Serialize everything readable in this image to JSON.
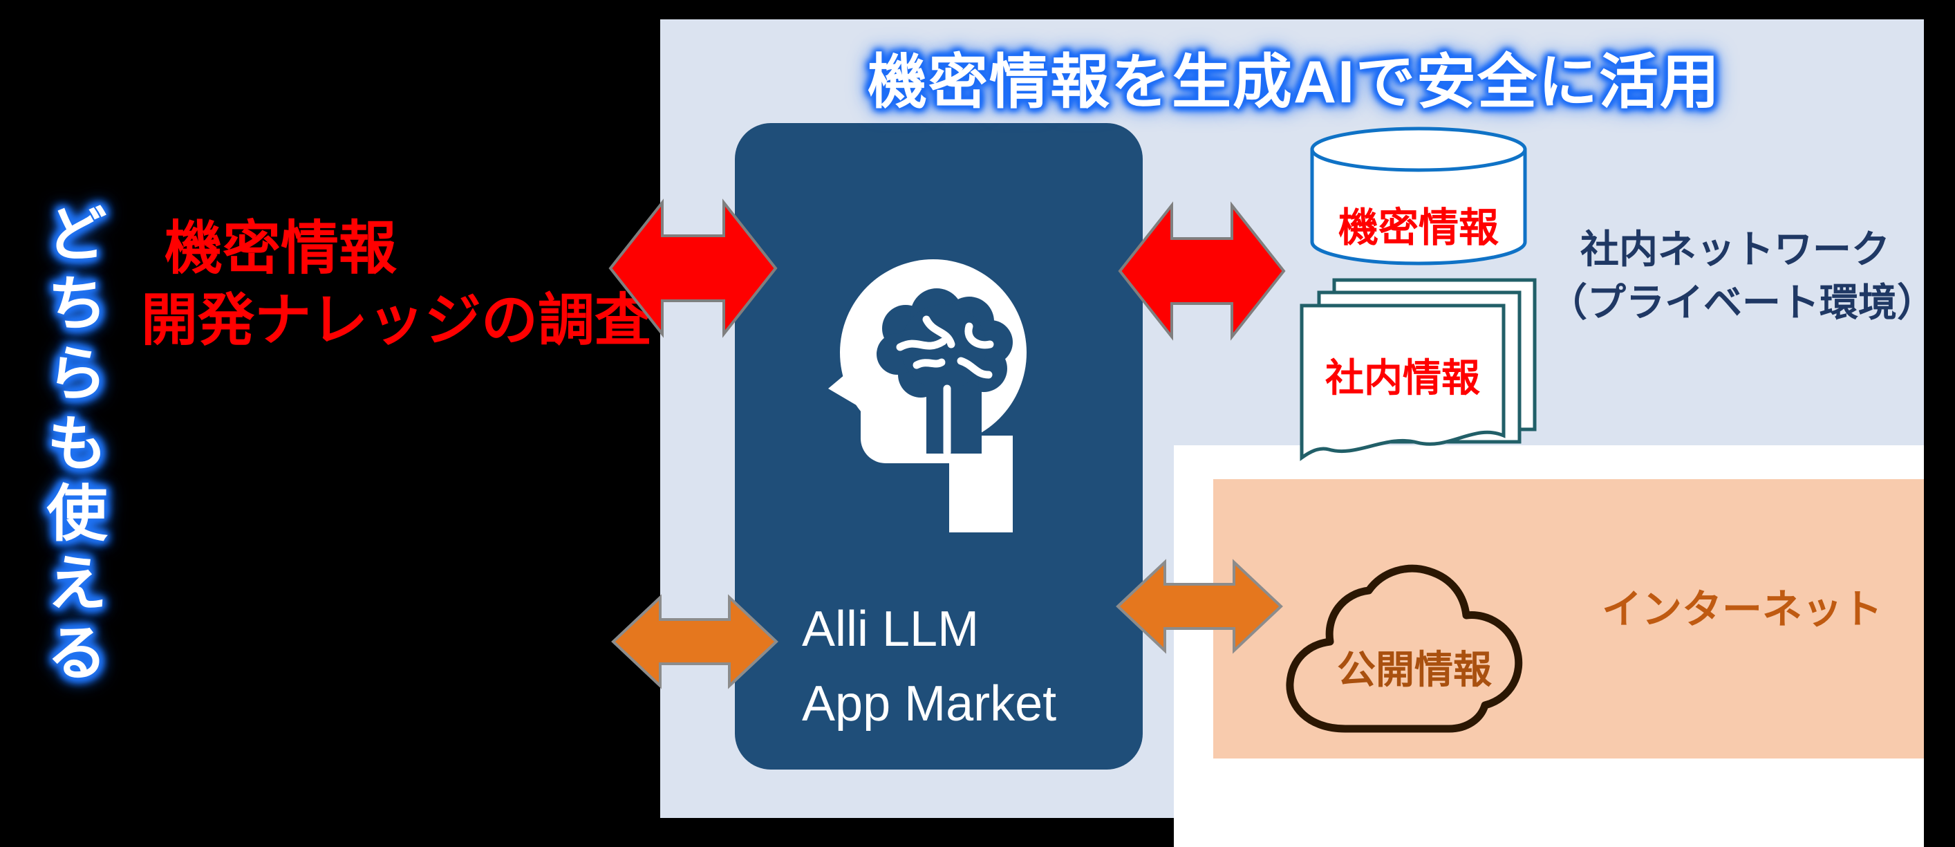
{
  "title": "機密情報を生成AIで安全に活用",
  "left_note": {
    "vertical_label": "どちらも使える",
    "line1": "機密情報",
    "line2": "開発ナレッジの調査"
  },
  "center_box": {
    "product_line1": "Alli LLM",
    "product_line2": "App Market"
  },
  "internal_network": {
    "database_label": "機密情報",
    "documents_label": "社内情報",
    "caption_line1": "社内ネットワーク",
    "caption_line2": "（プライベート環境）"
  },
  "internet": {
    "cloud_label": "公開情報",
    "caption": "インターネット"
  },
  "colors": {
    "panel_light_blue": "#dbe3f0",
    "panel_white": "#ffffff",
    "panel_orange": "#f8cbad",
    "navy_box": "#1f4e79",
    "arrow_red": "#fe0000",
    "arrow_orange": "#e5771e",
    "arrow_outline_gray": "#7f7f7f",
    "title_glow_blue": "#1e6ef7",
    "bubble_blue": "#2173f2",
    "text_red": "#ff0000",
    "text_dark_navy": "#1f3864",
    "text_dark_orange": "#bf5a11",
    "database_outline_blue": "#0f72c6",
    "documents_outline_teal": "#215f68",
    "cloud_outline_brown": "#2b1703",
    "background_black": "#000000"
  }
}
